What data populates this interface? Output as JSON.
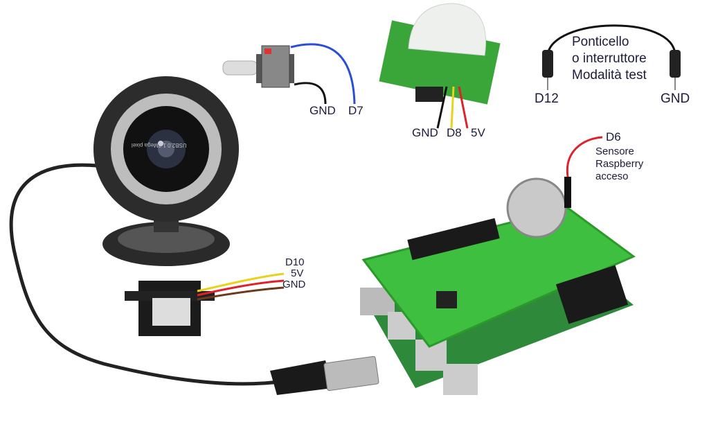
{
  "switch": {
    "gnd": "GND",
    "signal": "D7"
  },
  "pir_sensor": {
    "gnd": "GND",
    "signal": "D8",
    "power": "5V"
  },
  "jumper": {
    "title_lines": [
      "Ponticello",
      "o interruttore",
      "Modalità test"
    ],
    "left_pin": "D12",
    "right_pin": "GND"
  },
  "raspberry_sensor": {
    "pin": "D6",
    "lines": [
      "Sensore",
      "Raspberry",
      "acceso"
    ]
  },
  "servo": {
    "signal": "D10",
    "power": "5V",
    "gnd": "GND"
  },
  "webcam": {
    "ring_text": "USB2.0 1.3Mega pixel"
  },
  "colors": {
    "wire_blue": "#2a4fd6",
    "wire_red": "#e0202a",
    "wire_yellow": "#e8d21c",
    "wire_green": "#3aa63a",
    "board_green": "#3fbf3f",
    "text": "#1c1c3a"
  }
}
